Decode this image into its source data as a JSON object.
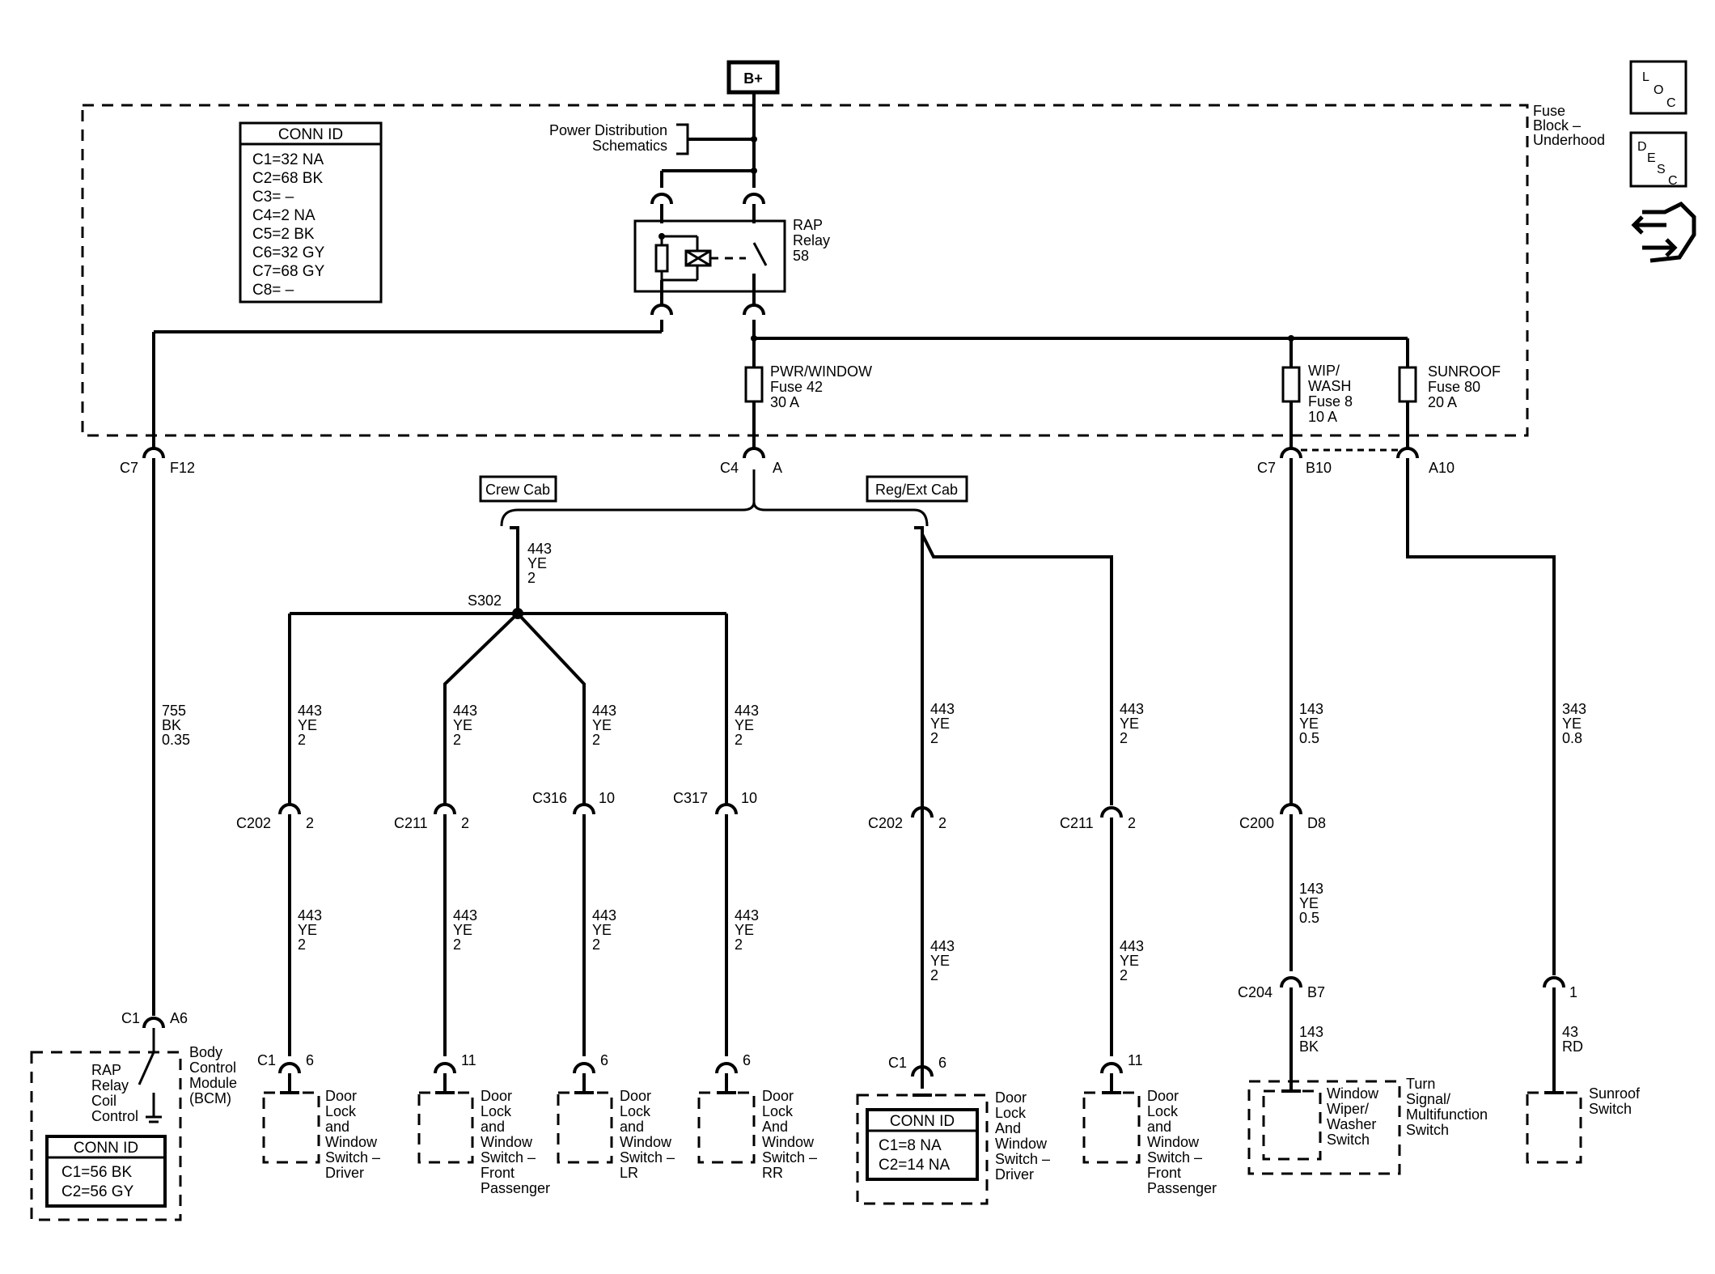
{
  "top": {
    "bplus": "B+",
    "power_dist": [
      "Power Distribution",
      "Schematics"
    ]
  },
  "fuse_block": [
    "Fuse",
    "Block –",
    "Underhood"
  ],
  "icons": {
    "loc": "loc-icon",
    "desc": "desc-icon",
    "nav": "nav-arrows-icon"
  },
  "conn_id_main": {
    "title": "CONN ID",
    "rows": [
      "C1=32 NA",
      "C2=68 BK",
      "C3= –",
      "C4=2 NA",
      "C5=2 BK",
      "C6=32 GY",
      "C7=68 GY",
      "C8= –"
    ]
  },
  "rap_relay": [
    "RAP",
    "Relay",
    "58"
  ],
  "fuses": {
    "f42": [
      "PWR/WINDOW",
      "Fuse 42",
      "30 A"
    ],
    "f8": [
      "WIP/",
      "WASH",
      "Fuse 8",
      "10 A"
    ],
    "f80": [
      "SUNROOF",
      "Fuse 80",
      "20 A"
    ]
  },
  "connectors": {
    "c7_f12": [
      "C7",
      "F12"
    ],
    "c4_a": [
      "C4",
      "A"
    ],
    "c7_b10": [
      "C7",
      "B10"
    ],
    "a10": "A10",
    "c1_a6": [
      "C1",
      "A6"
    ],
    "c202_2": [
      "C202",
      "2"
    ],
    "c211_2": [
      "C211",
      "2"
    ],
    "c316_10": [
      "C316",
      "10"
    ],
    "c317_10": [
      "C317",
      "10"
    ],
    "c202b_2": [
      "C202",
      "2"
    ],
    "c211b_2": [
      "C211",
      "2"
    ],
    "c200_d8": [
      "C200",
      "D8"
    ],
    "c204_b7": [
      "C204",
      "B7"
    ],
    "sr_1": "1"
  },
  "options": {
    "crew": "Crew Cab",
    "reg": "Reg/Ext Cab"
  },
  "splice": "S302",
  "wires": {
    "w443": [
      "443",
      "YE",
      "2"
    ],
    "w755": [
      "755",
      "BK",
      "0.35"
    ],
    "w143": [
      "143",
      "YE",
      "0.5"
    ],
    "w143bk": [
      "143",
      "BK"
    ],
    "w343": [
      "343",
      "YE",
      "0.8"
    ],
    "w43rd": [
      "43",
      "RD"
    ]
  },
  "bcm": {
    "label": [
      "Body",
      "Control",
      "Module",
      "(BCM)"
    ],
    "inner": [
      "RAP",
      "Relay",
      "Coil",
      "Control"
    ],
    "conn_title": "CONN ID",
    "conn_rows": [
      "C1=56 BK",
      "C2=56 GY"
    ]
  },
  "components": {
    "d1": {
      "pin": [
        "C1",
        "6"
      ],
      "label": [
        "Door",
        "Lock",
        "and",
        "Window",
        "Switch –",
        "Driver"
      ]
    },
    "d2": {
      "pin": "11",
      "label": [
        "Door",
        "Lock",
        "and",
        "Window",
        "Switch –",
        "Front",
        "Passenger"
      ]
    },
    "d3": {
      "pin": "6",
      "label": [
        "Door",
        "Lock",
        "and",
        "Window",
        "Switch –",
        "LR"
      ]
    },
    "d4": {
      "pin": "6",
      "label": [
        "Door",
        "Lock",
        "And",
        "Window",
        "Switch –",
        "RR"
      ]
    },
    "d5": {
      "pin": [
        "C1",
        "6"
      ],
      "label": [
        "Door",
        "Lock",
        "And",
        "Window",
        "Switch –",
        "Driver"
      ],
      "conn_title": "CONN ID",
      "conn_rows": [
        "C1=8 NA",
        "C2=14 NA"
      ]
    },
    "d6": {
      "pin": "11",
      "label": [
        "Door",
        "Lock",
        "and",
        "Window",
        "Switch –",
        "Front",
        "Passenger"
      ]
    },
    "wiper": {
      "label": [
        "Window",
        "Wiper/",
        "Washer",
        "Switch"
      ],
      "outer": [
        "Turn",
        "Signal/",
        "Multifunction",
        "Switch"
      ]
    },
    "sunroof": {
      "label": [
        "Sunroof",
        "Switch"
      ]
    }
  }
}
